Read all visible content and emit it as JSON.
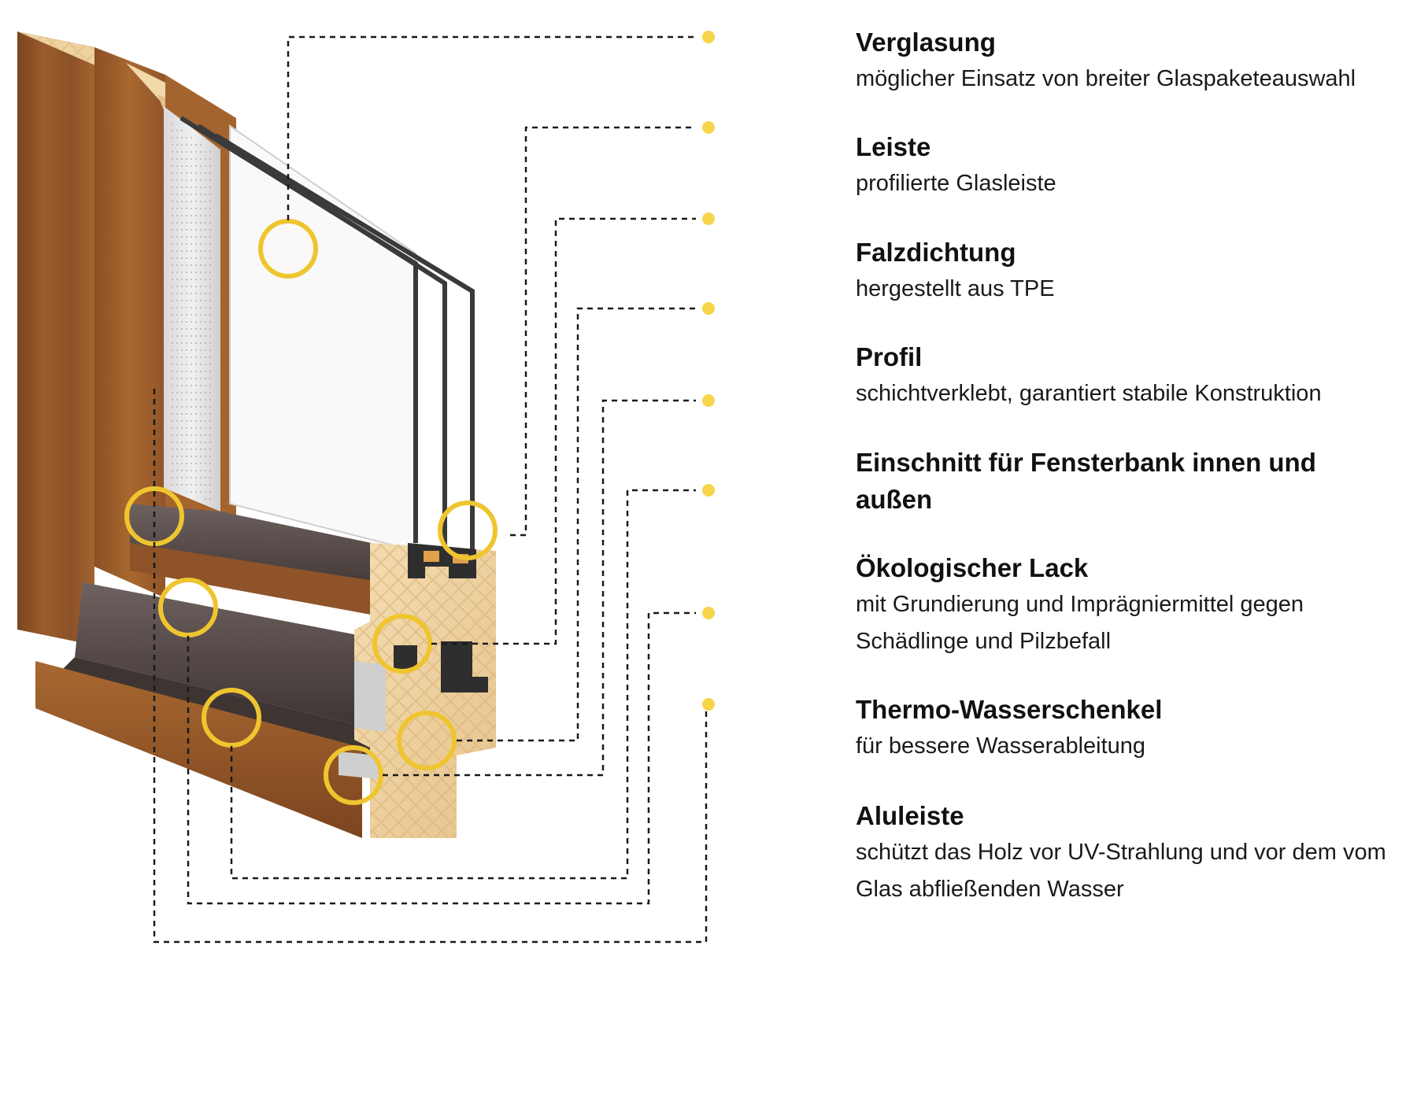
{
  "colors": {
    "accent": "#F7D54A",
    "accent_ring": "#EFC52F",
    "leader": "#1a1a1a",
    "wood_frame": "#8E5428",
    "wood_end_grain": "#F0D7A8",
    "aluminium": "#5A4F4D",
    "glass": "#F8F8F8"
  },
  "labels": [
    {
      "title": "Verglasung",
      "description": "möglicher Einsatz von breiter Glaspaketeauswahl"
    },
    {
      "title": "Leiste",
      "description": "profilierte Glasleiste"
    },
    {
      "title": "Falzdichtung",
      "description": "hergestellt aus TPE"
    },
    {
      "title": "Profil",
      "description": "schichtverklebt, garantiert stabile Konstruktion"
    },
    {
      "title": "Einschnitt für Fensterbank innen und außen",
      "description": ""
    },
    {
      "title": "Ökologischer Lack",
      "description": "mit Grundierung und Imprägniermittel gegen Schädlinge und Pilzbefall"
    },
    {
      "title": "Thermo-Wasserschenkel",
      "description": "für bessere Wasserableitung"
    },
    {
      "title": "Aluleiste",
      "description": "schützt das Holz vor UV-Strahlung und vor dem vom Glas abfließenden Wasser"
    }
  ]
}
